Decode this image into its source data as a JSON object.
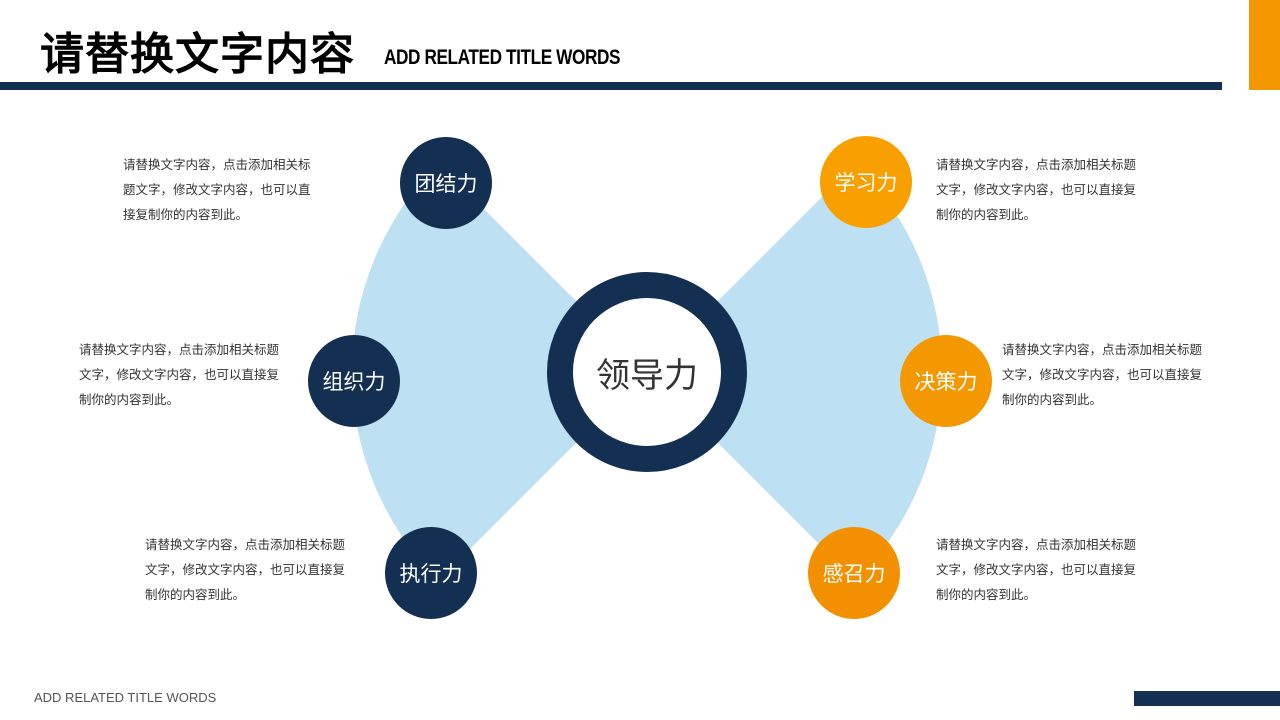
{
  "header": {
    "title": "请替换文字内容",
    "subtitle": "ADD RELATED TITLE WORDS"
  },
  "footer": {
    "text": "ADD RELATED TITLE  WORDS"
  },
  "colors": {
    "navy": "#132f52",
    "orange": "#f39800",
    "fan": "#bde0f3"
  },
  "center": {
    "label": "领导力"
  },
  "nodes": [
    {
      "label": "团结力",
      "lines": [
        "请替换文字内容，点击添加相关标",
        "题文字，修改文字内容，也可以直",
        "接复制你的内容到此。"
      ]
    },
    {
      "label": "组织力",
      "lines": [
        "请替换文字内容，点击添加相关标题",
        "文字，修改文字内容，也可以直接复",
        "制你的内容到此。"
      ]
    },
    {
      "label": "执行力",
      "lines": [
        "请替换文字内容，点击添加相关标题",
        "文字，修改文字内容，也可以直接复",
        "制你的内容到此。"
      ]
    },
    {
      "label": "学习力",
      "lines": [
        "请替换文字内容，点击添加相关标题",
        "文字，修改文字内容，也可以直接复",
        "制你的内容到此。"
      ]
    },
    {
      "label": "决策力",
      "lines": [
        "请替换文字内容，点击添加相关标题",
        "文字，修改文字内容，也可以直接复",
        "制你的内容到此。"
      ]
    },
    {
      "label": "感召力",
      "lines": [
        "请替换文字内容，点击添加相关标题",
        "文字，修改文字内容，也可以直接复",
        "制你的内容到此。"
      ]
    }
  ]
}
